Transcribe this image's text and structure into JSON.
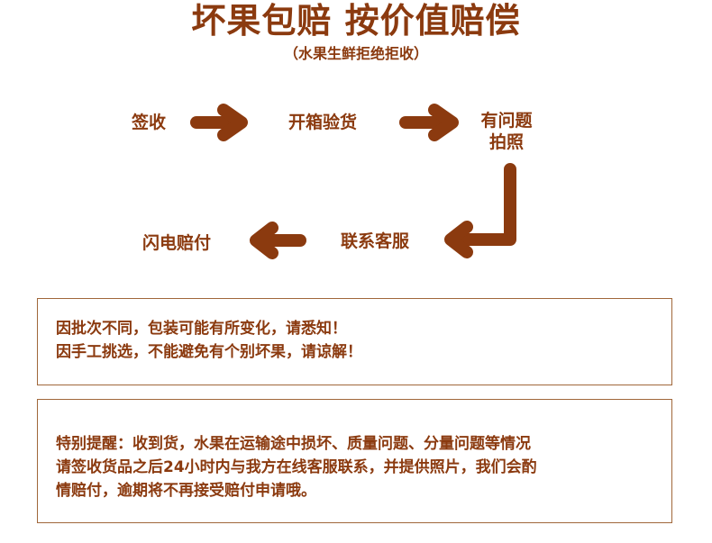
{
  "header": {
    "title": "坏果包赔 按价值赔偿",
    "subtitle": "（水果生鲜拒绝拒收）"
  },
  "flow": {
    "step1": "签收",
    "step2": "开箱验货",
    "step3_line1": "有问题",
    "step3_line2": "拍照",
    "step4": "联系客服",
    "step5": "闪电赔付"
  },
  "notice1": {
    "line1": "因批次不同，包装可能有所变化，请悉知！",
    "line2": "因手工挑选，不能避免有个别坏果，请谅解！"
  },
  "notice2": {
    "line1": "特别提醒：收到货，水果在运输途中损坏、质量问题、分量问题等情况",
    "line2": "请签收货品之后24小时内与我方在线客服联系，并提供照片，我们会酌",
    "line3": "情赔付，逾期将不再接受赔付申请哦。"
  },
  "colors": {
    "text": "#8b3a0f",
    "arrow": "#8b3a0f",
    "border": "#a0673a"
  }
}
